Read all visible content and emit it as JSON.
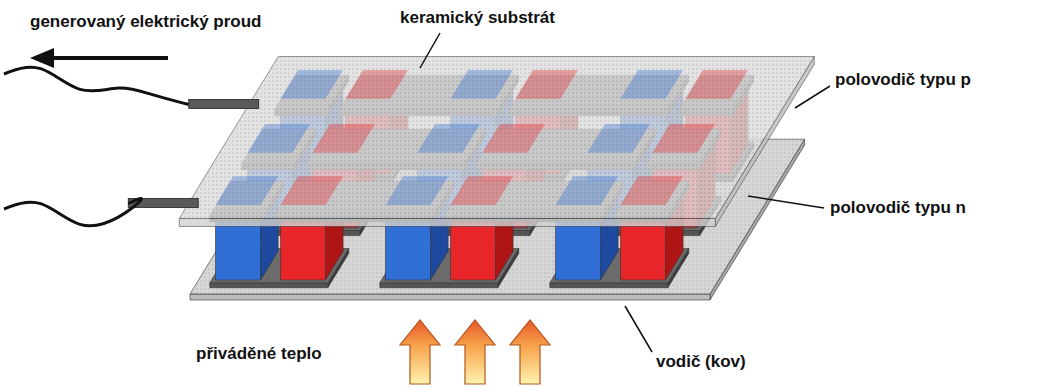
{
  "diagram": {
    "labels": [
      "generovaný elektrický proud",
      "keramický substrát",
      "polovodič typu p",
      "polovodič typu n",
      "vodič (kov)",
      "přiváděné teplo"
    ]
  }
}
